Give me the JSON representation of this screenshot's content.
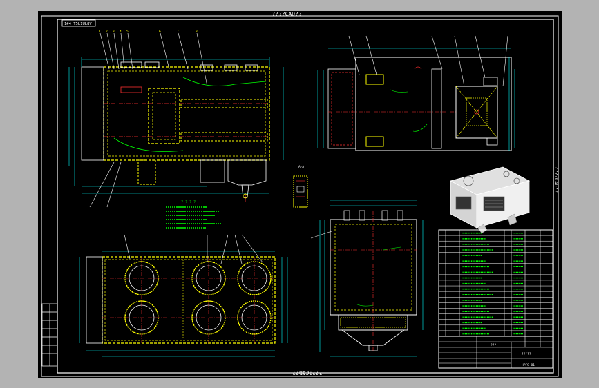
{
  "title_top": "????CAD??",
  "title_bottom": "????CAD??",
  "title_side": "????CAD??",
  "drawing_code": "1#4 T5L1UL8V",
  "notes_heading": "? ? ? ?",
  "parts_header_label": "???",
  "parts_title": "?????",
  "parts_code": "HPFS 81",
  "colors": {
    "paper": "#000000",
    "frame": "#ffffff",
    "outline": "#ffffff",
    "yellow": "#ffff00",
    "red": "#ff3030",
    "cyan": "#00ffff",
    "green": "#00ff00",
    "magenta": "#ff00ff"
  }
}
